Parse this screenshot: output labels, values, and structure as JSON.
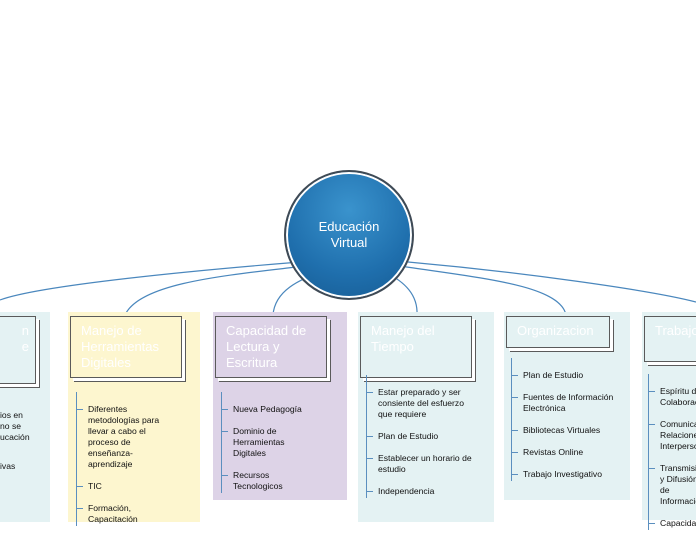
{
  "center": {
    "title": "Educación Virtual"
  },
  "branches": [
    {
      "title": "...n ...e",
      "title_lines": [
        "n",
        "",
        "e"
      ],
      "color": "#e4f2f3",
      "items": [
        "...ios en ...no se ...ucación",
        "...ivas"
      ]
    },
    {
      "title": "Manejo de Herramientas Digitales",
      "color": "#fdf6cf",
      "items": [
        "Diferentes metodologías para llevar a cabo el proceso de enseñanza-aprendizaje",
        "TIC",
        "Formación, Capacitación"
      ]
    },
    {
      "title": "Capacidad de Lectura y Escritura",
      "color": "#ddd3e7",
      "items": [
        "Nueva Pedagogía",
        "Dominio de Herramientas Digitales",
        "Recursos Tecnologicos"
      ]
    },
    {
      "title": "Manejo del Tiempo",
      "color": "#e4f2f3",
      "items": [
        "Estar preparado y ser consiente del esfuerzo que requiere",
        "Plan de Estudio",
        "Establecer un horario de estudio",
        "Independencia"
      ]
    },
    {
      "title": "Organizacion",
      "color": "#e4f2f3",
      "items": [
        "Plan de Estudio",
        "Fuentes de Información Electrónica",
        "Bibliotecas Virtuales",
        "Revistas Online",
        "Trabajo Investigativo"
      ]
    },
    {
      "title": "Trabajo Colaborativo",
      "color": "#e4f2f3",
      "items": [
        "Espíritu de Colaboración",
        "Comunicación Relaciones Interpersonales",
        "Transmisión y Difusión de Información",
        "Capacidad"
      ]
    }
  ]
}
